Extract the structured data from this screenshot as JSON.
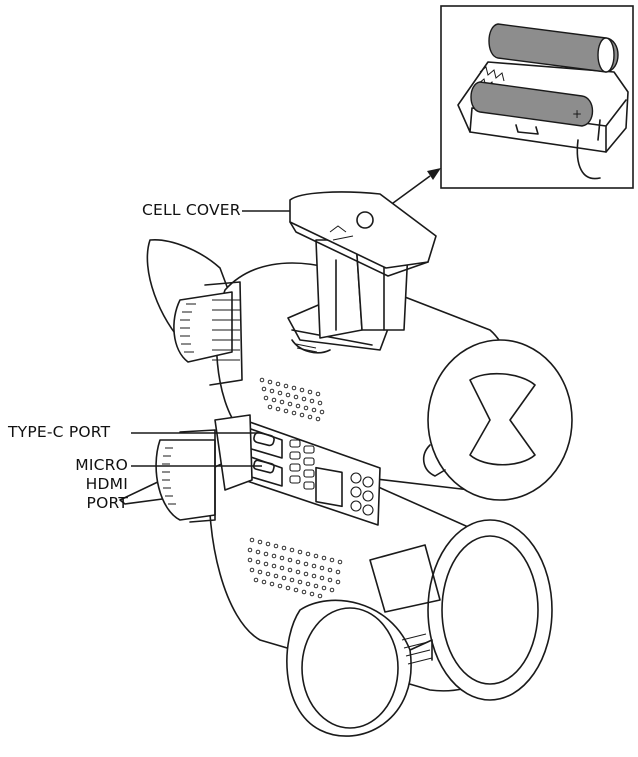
{
  "labels": {
    "cell_cover": "CELL COVER",
    "type_c_port": "TYPE-C PORT",
    "micro_hdmi_line1": "MICRO",
    "micro_hdmi_line2": "HDMI",
    "micro_hdmi_line3": "PORT"
  },
  "inset_text": {
    "plus_sign": "+"
  },
  "colors": {
    "line": "#1a1a1a",
    "battery": "#8d8d8d",
    "background": "#ffffff"
  }
}
